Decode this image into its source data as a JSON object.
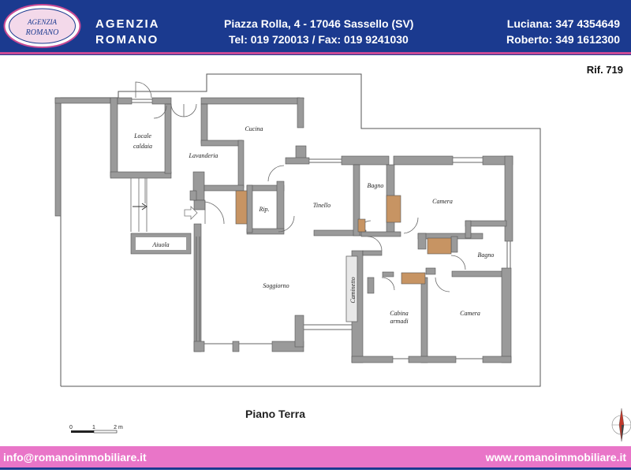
{
  "header": {
    "brand_line1": "AGENZIA",
    "brand_line2": "ROMANO",
    "address": "Piazza Rolla, 4 - 17046 Sassello (SV)",
    "contacts": "Tel: 019 720013 / Fax: 019 9241030",
    "phone1": "Luciana: 347 4354649",
    "phone2": "Roberto: 349 1612300",
    "logo_top": "AGENZIA",
    "logo_bottom": "ROMANO"
  },
  "reference": "Rif. 719",
  "plan": {
    "caption": "Piano Terra",
    "rooms": {
      "locale": "Locale",
      "caldaia": "caldaia",
      "lavanderia": "Lavanderia",
      "cucina": "Cucina",
      "rip": "Rip.",
      "tinello": "Tinello",
      "bagno1": "Bagno",
      "camera1": "Camera",
      "bagno2": "Bagno",
      "soggiorno": "Soggiorno",
      "caminetto": "Caminetto",
      "cabina": "Cabina",
      "armadi": "armadi",
      "camera2": "Camera",
      "aiuola": "Aiuola"
    }
  },
  "scale_bar": {
    "label_0": "0",
    "label_1": "1",
    "label_2": "2 m"
  },
  "footer": {
    "email": "info@romanoimmobiliare.it",
    "website": "www.romanoimmobiliare.it"
  },
  "colors": {
    "header_bg": "#1b3a8f",
    "accent_pink": "#e975c8",
    "wall_gray": "#9a9a9a",
    "door_brown": "#c79463"
  }
}
